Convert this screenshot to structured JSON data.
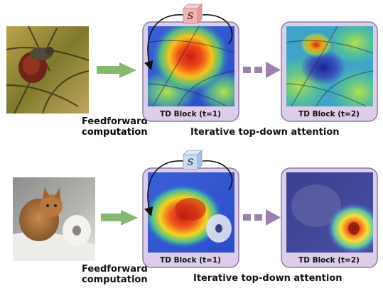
{
  "rows": [
    {
      "id": "bird",
      "ff_line1": "Feedforward",
      "ff_line2": "computation",
      "iterative_label": "Iterative top-down attention",
      "symbol": "S",
      "block1_label": "TD Block (t=1)",
      "block2_label": "TD Block (t=2)",
      "cube_color": "#f4b3b3"
    },
    {
      "id": "cat",
      "ff_line1": "Feedforward",
      "ff_line2": "computation",
      "iterative_label": "Iterative top-down attention",
      "symbol": "S",
      "block1_label": "TD Block (t=1)",
      "block2_label": "TD Block (t=2)",
      "cube_color": "#c9dcf3"
    }
  ],
  "colors": {
    "block_bg": "#dccde8",
    "block_border": "#8f7aa6",
    "feedforward_arrow": "#86b870",
    "iterative_arrow": "#9a81b2"
  }
}
